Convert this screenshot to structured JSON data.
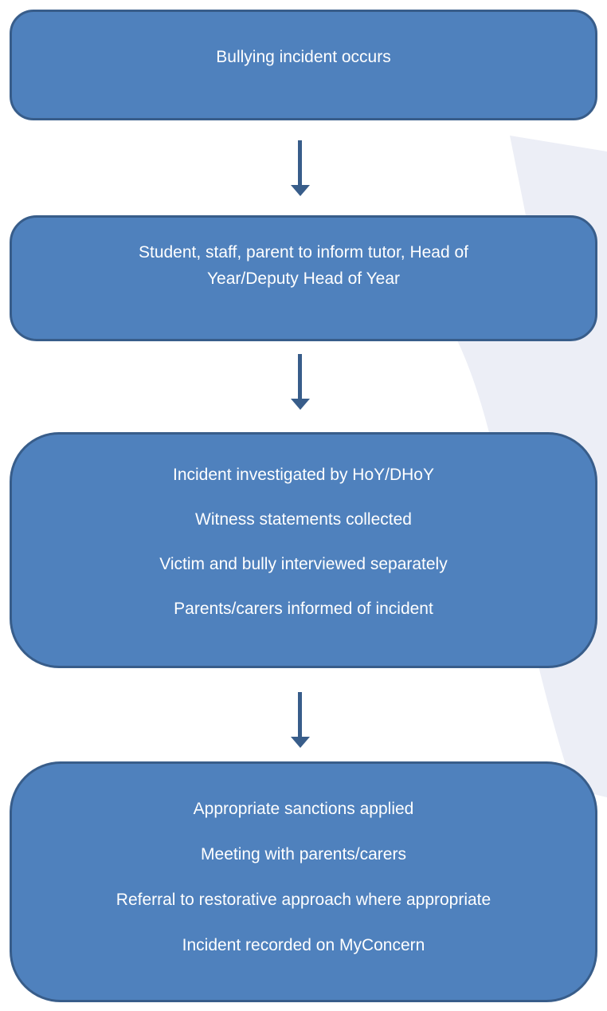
{
  "flowchart": {
    "steps": [
      {
        "lines": [
          "Bullying incident occurs"
        ]
      },
      {
        "lines": [
          "Student, staff, parent to inform tutor, Head of Year/Deputy Head of Year"
        ]
      },
      {
        "lines": [
          "Incident investigated by HoY/DHoY",
          "Witness statements collected",
          "Victim and bully interviewed separately",
          "Parents/carers informed of incident"
        ]
      },
      {
        "lines": [
          "Appropriate sanctions applied",
          "Meeting with parents/carers",
          "Referral to restorative approach where appropriate",
          "Incident recorded on MyConcern"
        ]
      }
    ]
  },
  "colors": {
    "box_fill": "#4f81bd",
    "box_border": "#385d8a",
    "box_text": "#ffffff",
    "arrow": "#385d8a",
    "watermark": "#eceef6"
  }
}
